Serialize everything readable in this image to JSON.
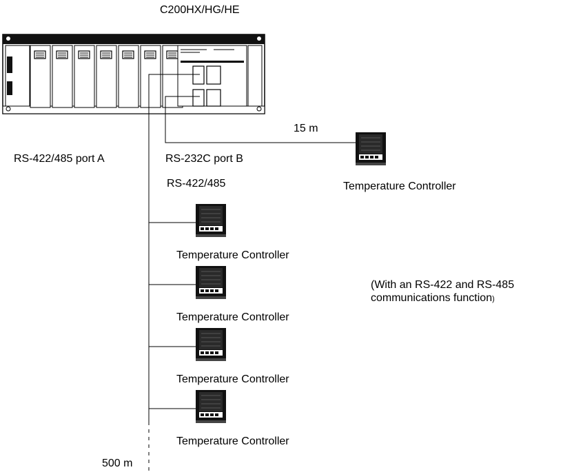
{
  "plc": {
    "model_label": "C200HX/HG/HE"
  },
  "ports": {
    "port_a_label": "RS-422/485 port A",
    "port_b_label": "RS-232C port B",
    "bus_label": "RS-422/485"
  },
  "distances": {
    "rs232_length": "15 m",
    "bus_length": "500 m"
  },
  "controllers": {
    "single_label": "Temperature Controller",
    "bus_items": [
      {
        "label": "Temperature Controller"
      },
      {
        "label": "Temperature Controller"
      },
      {
        "label": "Temperature Controller"
      },
      {
        "label": "Temperature Controller"
      }
    ]
  },
  "note": {
    "line1": "(With an RS-422 and RS-485",
    "line2": "communications function",
    "line2_suffix": ")"
  }
}
